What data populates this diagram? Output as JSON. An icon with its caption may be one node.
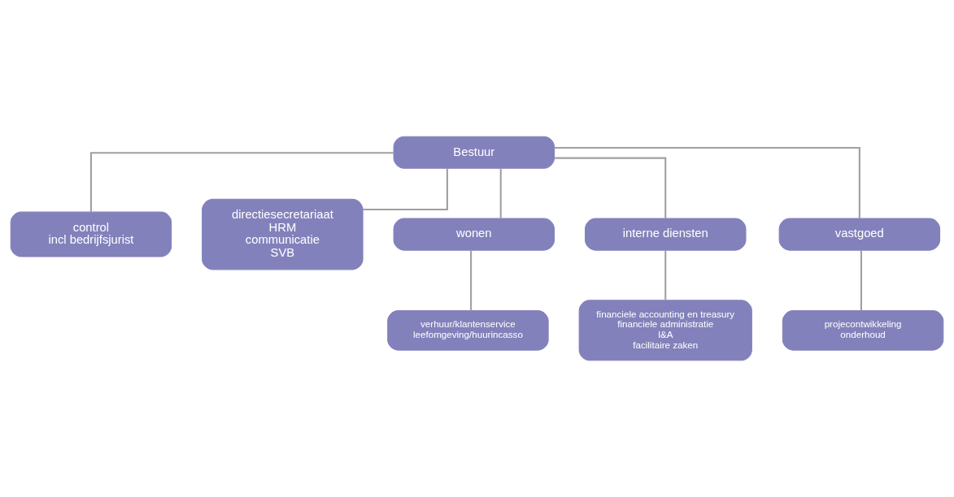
{
  "diagram": {
    "nodes": [
      {
        "text": [
          "Bestuur"
        ]
      },
      {
        "text": [
          "control",
          "incl bedrijfsjurist"
        ]
      },
      {
        "text": [
          "directiesecretariaat",
          "HRM",
          "communicatie",
          "SVB"
        ]
      },
      {
        "text": [
          "wonen"
        ]
      },
      {
        "text": [
          "interne diensten"
        ]
      },
      {
        "text": [
          "vastgoed"
        ]
      },
      {
        "text": [
          "verhuur/klantenservice",
          "leefomgeving/huurincasso"
        ]
      },
      {
        "text": [
          "financiele accounting en treasury",
          "financiele administratie",
          "I&A",
          "facilitaire zaken"
        ]
      },
      {
        "text": [
          "projecontwikkeling",
          "onderhoud"
        ]
      }
    ],
    "edges": [
      {
        "from": 0,
        "to": 1,
        "arrow": "none"
      },
      {
        "from": 0,
        "to": 2,
        "arrow": "none"
      },
      {
        "from": 0,
        "to": 3,
        "arrow": "none"
      },
      {
        "from": 0,
        "to": 4,
        "arrow": "none"
      },
      {
        "from": 0,
        "to": 5,
        "arrow": "none"
      },
      {
        "from": 3,
        "to": 6,
        "arrow": "none"
      },
      {
        "from": 4,
        "to": 7,
        "arrow": "none"
      },
      {
        "from": 5,
        "to": 8,
        "arrow": "none"
      }
    ]
  }
}
